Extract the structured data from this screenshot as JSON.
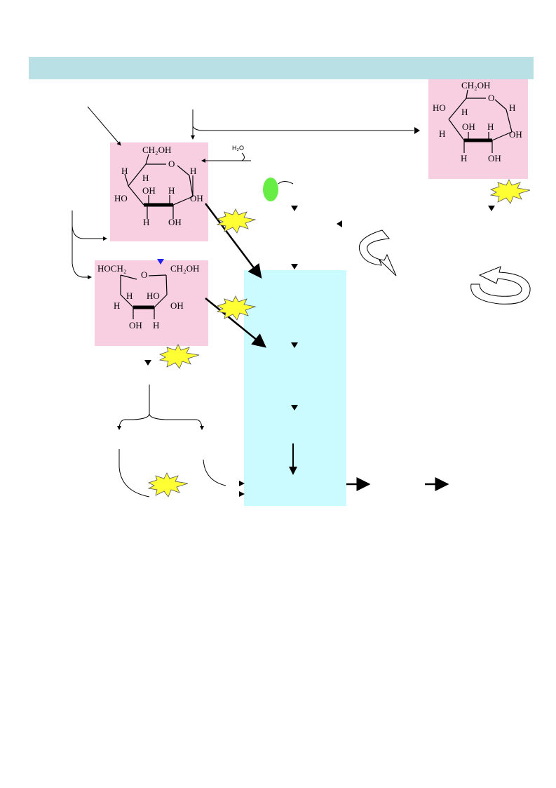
{
  "diagram": {
    "water_label": "H₂O",
    "molecule_glucose_main": {
      "name": "alpha-glucose-pyranose",
      "labels": {
        "ch2oh": "CH₂OH",
        "ring_o": "O",
        "h_left": "H",
        "h_upper": "H",
        "h_right": "H",
        "ho_left": "HO",
        "oh_mid": "OH",
        "h_mid": "H",
        "oh_right": "OH",
        "h_bottom_left": "H",
        "oh_bottom": "OH"
      }
    },
    "molecule_fructose": {
      "name": "fructose-furanose",
      "labels": {
        "hoch2": "HOCH₂",
        "ring_o": "O",
        "ch2oh": "CH₂OH",
        "h_left": "H",
        "ho_mid": "HO",
        "oh_right": "OH",
        "h_inner": "H",
        "oh_bottom": "OH",
        "h_bottom": "H"
      }
    },
    "molecule_glucose_topright": {
      "name": "galactose-or-glucose-pyranose",
      "labels": {
        "ch2oh": "CH₂OH",
        "ring_o": "O",
        "ho_left": "HO",
        "h_upper": "H",
        "h_right": "H",
        "h_left": "H",
        "oh_mid": "OH",
        "h_mid": "H",
        "oh_right": "OH",
        "h_bottom": "H",
        "oh_bottom": "OH"
      }
    },
    "colors": {
      "header": "#b9e0e4",
      "molecule_box": "#f7cfe0",
      "pathway_column": "#ccfbff",
      "starburst": "#ffff33",
      "green_marker": "#66ee44",
      "blue_marker": "#2222ee"
    },
    "icons": [
      "starburst-icon",
      "curved-arrow-icon",
      "green-oval-icon",
      "triangle-arrowhead-icon"
    ]
  }
}
